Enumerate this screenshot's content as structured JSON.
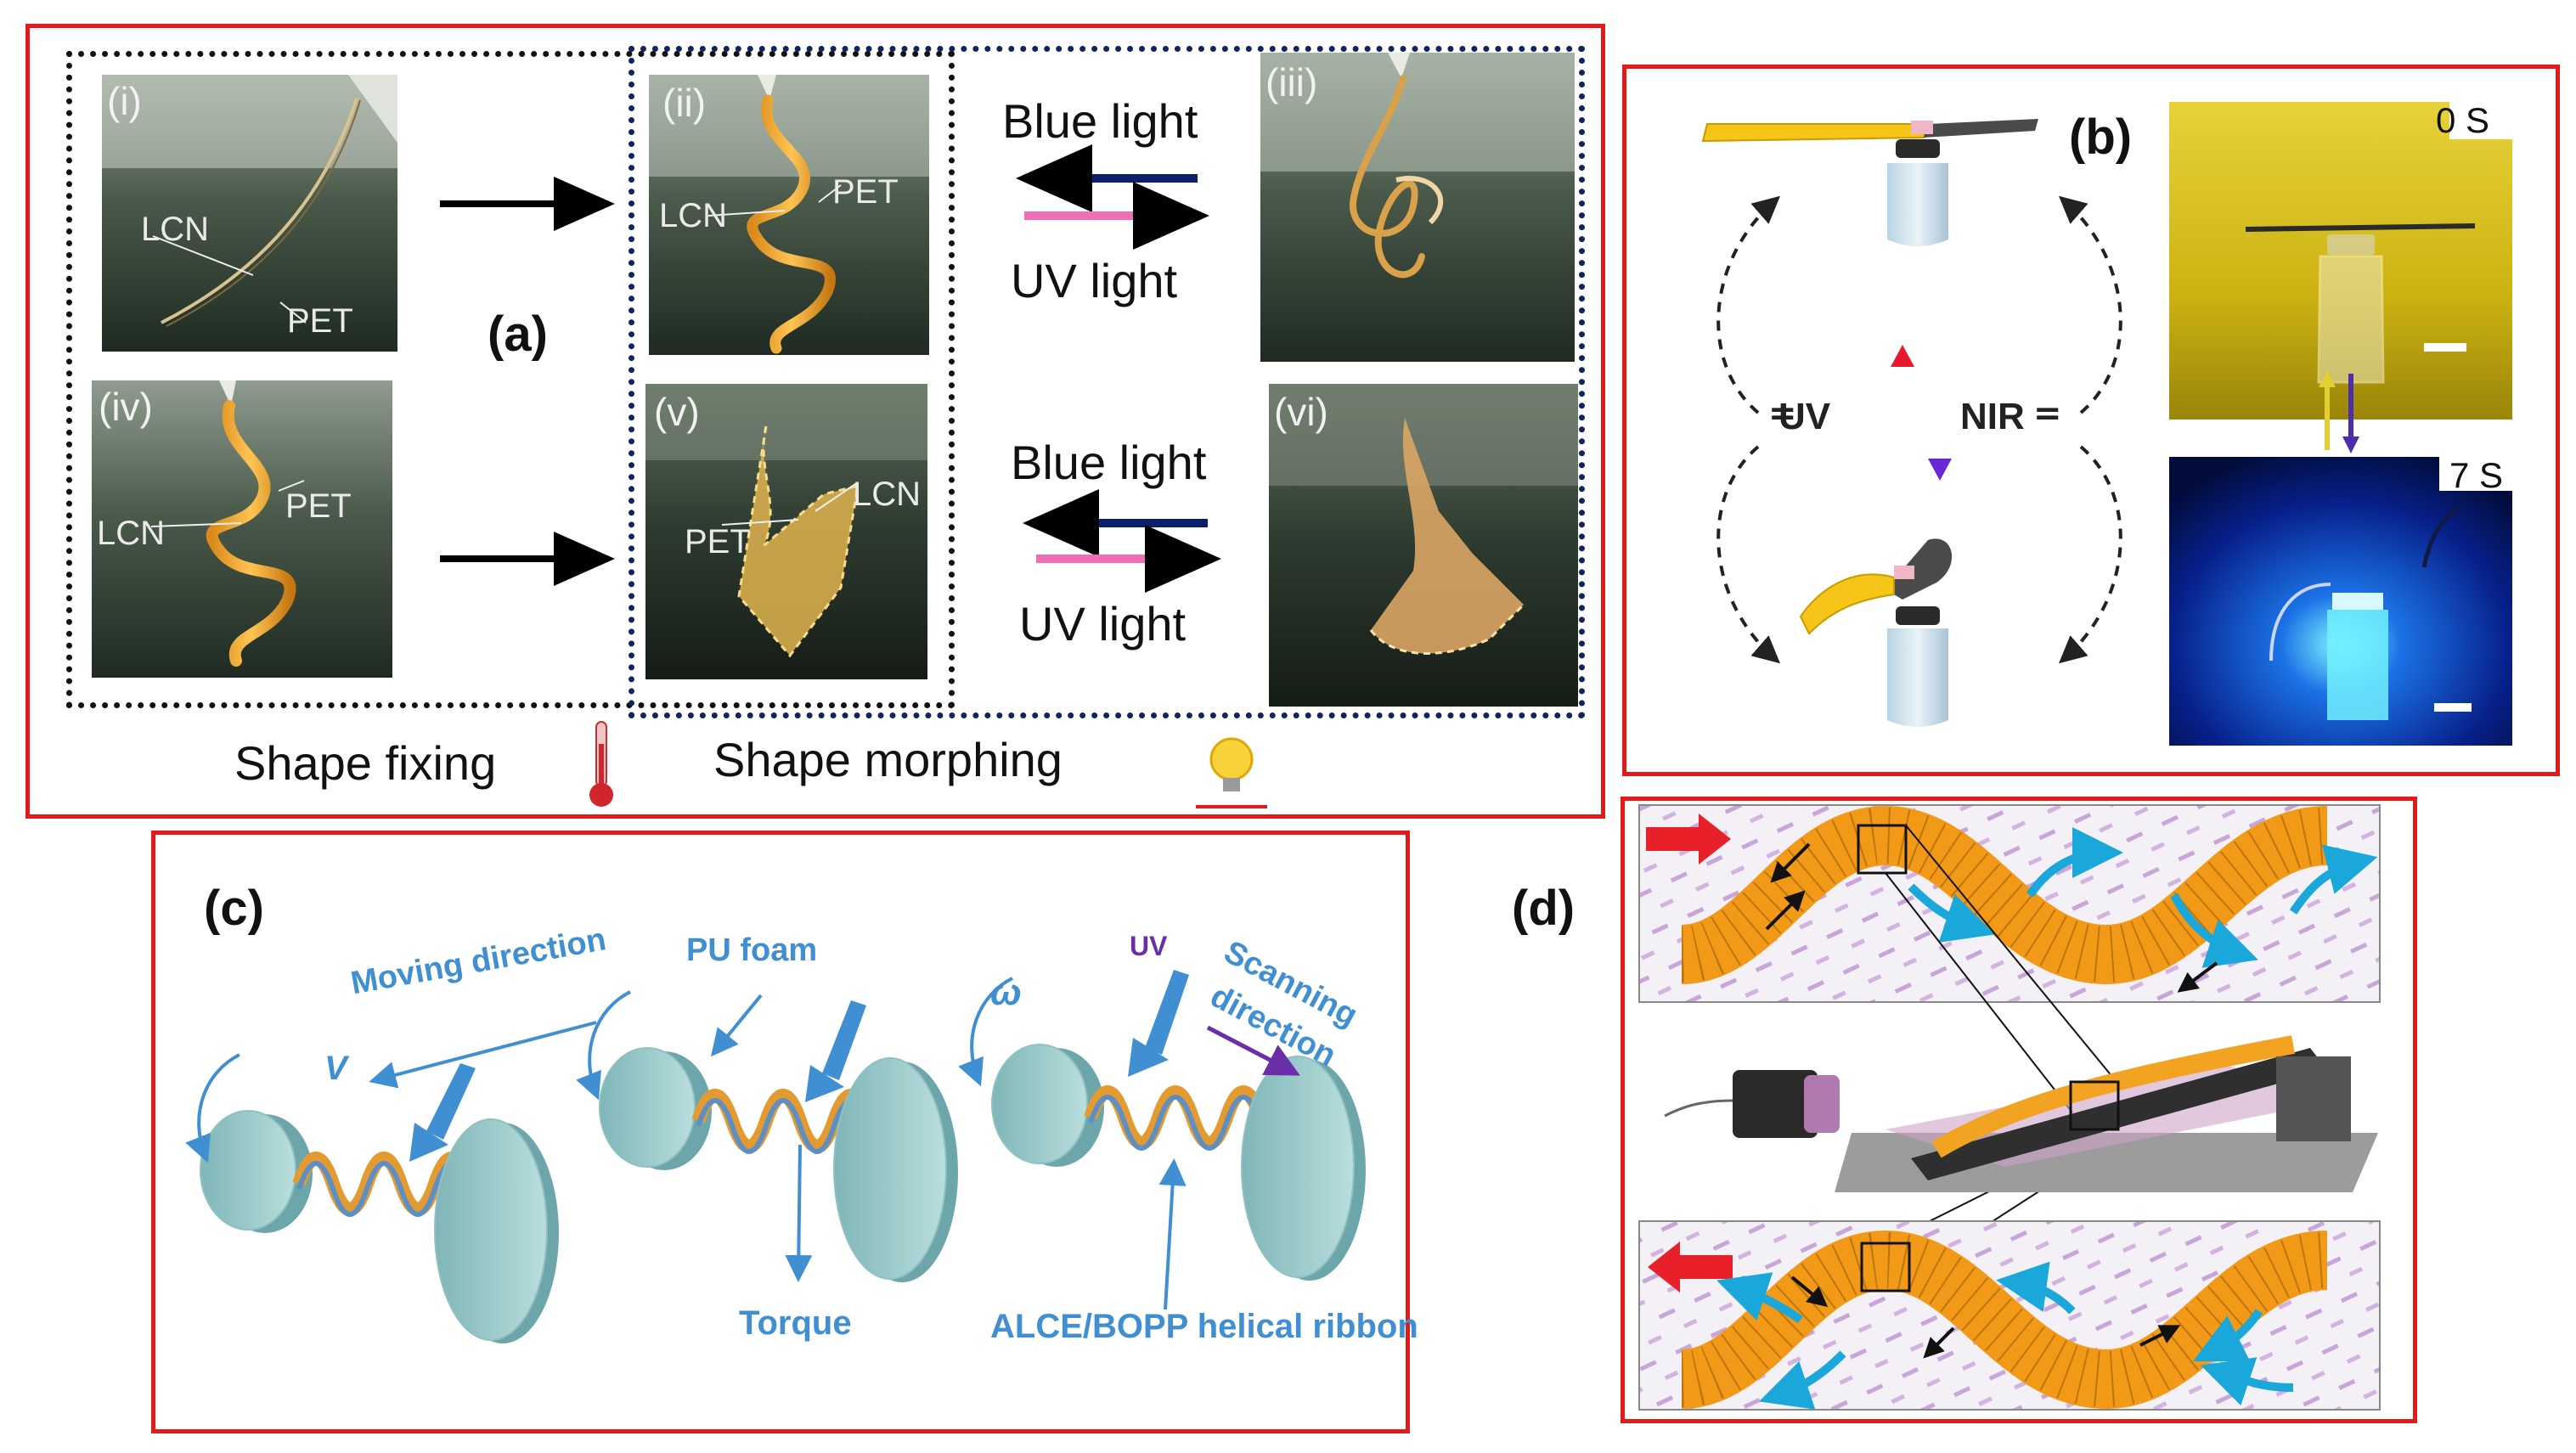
{
  "panel_a": {
    "tag": "(a)",
    "photo_labels": [
      "(i)",
      "(ii)",
      "(iii)",
      "(iv)",
      "(v)",
      "(vi)"
    ],
    "lcn": "LCN",
    "pet": "PET",
    "blue_light": "Blue light",
    "uv_light": "UV light",
    "shape_fixing": "Shape fixing",
    "shape_morphing": "Shape morphing"
  },
  "panel_b": {
    "tag": "(b)",
    "uv": "UV",
    "nir": "NIR",
    "time_start": "0 S",
    "time_end": "7 S"
  },
  "panel_c": {
    "tag": "(c)",
    "moving_direction": "Moving direction",
    "v": "V",
    "pu_foam": "PU foam",
    "torque": "Torque",
    "omega": "ω",
    "uv": "UV",
    "scanning": "Scanning",
    "direction": "direction",
    "helical_ribbon": "ALCE/BOPP helical ribbon"
  },
  "panel_d": {
    "tag": "(d)"
  },
  "colors": {
    "frame_red": "#e21a1a",
    "blue_arrow": "#0c1f6b",
    "pink_arrow": "#f06eb4",
    "label_blue": "#3f8fd2",
    "ribbon_orange": "#f5a623"
  }
}
